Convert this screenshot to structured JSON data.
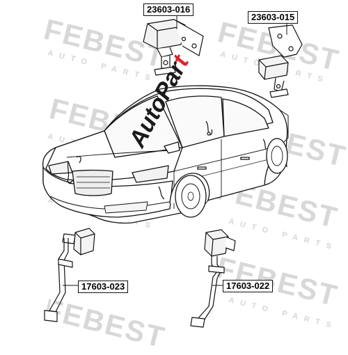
{
  "watermark": {
    "brand": "FEBEST",
    "tagline": "AUTO PARTS"
  },
  "overlay_brand": {
    "main": "AutoPar",
    "accent": "t"
  },
  "part_labels": [
    {
      "id": "23603-016"
    },
    {
      "id": "23603-015"
    },
    {
      "id": "17603-023"
    },
    {
      "id": "17603-022"
    }
  ]
}
